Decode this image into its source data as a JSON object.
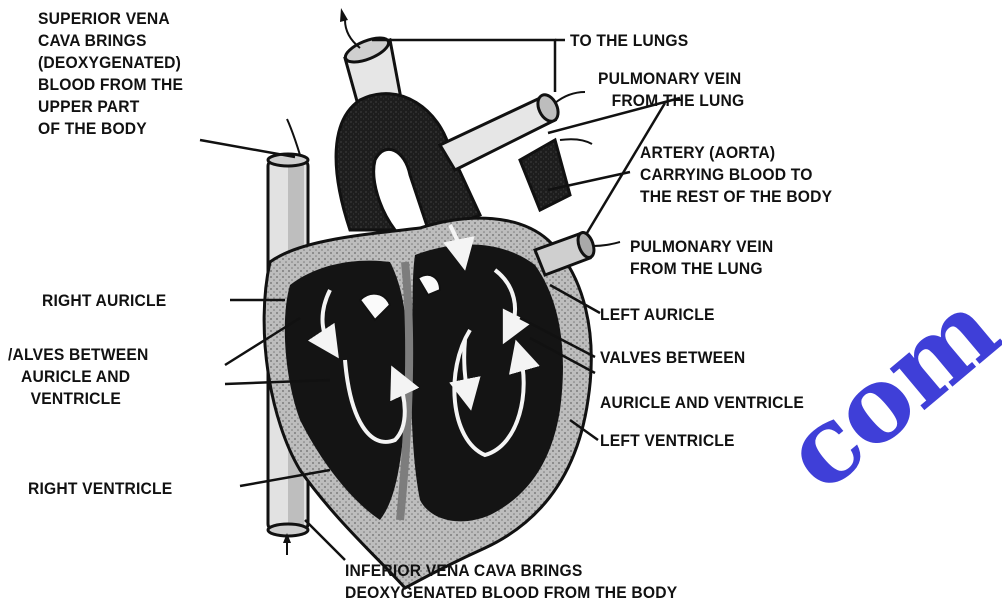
{
  "labels": {
    "superior_vena_cava": "SUPERIOR VENA\nCAVA BRINGS\n(DEOXYGENATED)\nBLOOD FROM THE\nUPPER PART\nOF THE BODY",
    "to_the_lungs": "TO THE LUNGS",
    "pulmonary_vein_top": "PULMONARY VEIN\n   FROM THE LUNG",
    "aorta": "ARTERY (AORTA)\nCARRYING BLOOD TO\nTHE REST OF THE BODY",
    "pulmonary_vein_bottom": "PULMONARY VEIN\nFROM THE LUNG",
    "right_auricle": "RIGHT AURICLE",
    "left_auricle": "LEFT AURICLE",
    "valves_left": "/ALVES BETWEEN\n   AURICLE AND\n     VENTRICLE",
    "valves_right_line1": "VALVES BETWEEN",
    "valves_right_line2": "AURICLE AND VENTRICLE",
    "left_ventricle": "LEFT VENTRICLE",
    "right_ventricle": "RIGHT VENTRICLE",
    "inferior_vena_cava": "INFERIOR VENA CAVA BRINGS\nDEOXYGENATED BLOOD FROM THE BODY"
  },
  "watermark": "com",
  "colors": {
    "heart_dark": "#1a1a1a",
    "vessel_light": "#d9d9d9",
    "watermark": "#3f3fd8"
  }
}
